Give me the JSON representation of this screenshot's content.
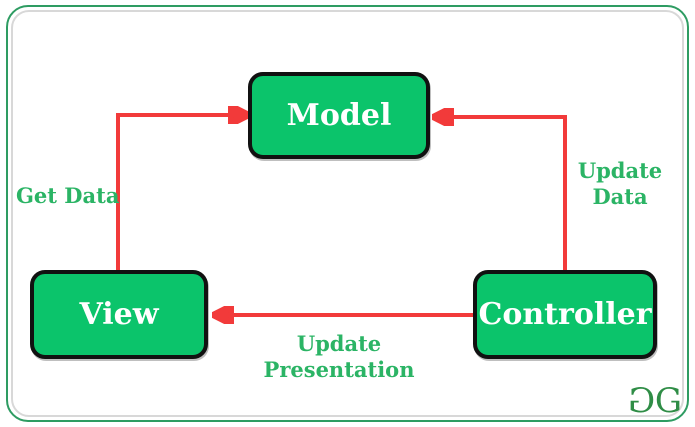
{
  "diagram": {
    "name": "mvc-architecture-diagram",
    "nodes": {
      "model": {
        "label": "Model"
      },
      "view": {
        "label": "View"
      },
      "controller": {
        "label": "Controller"
      }
    },
    "edges": {
      "view_to_model": {
        "label": "Get Data"
      },
      "controller_to_model": {
        "label": "Update Data"
      },
      "controller_to_view": {
        "label": "Update Presentation"
      }
    }
  },
  "logo": {
    "name": "geeksforgeeks-logo",
    "left_glyph": "G",
    "right_glyph": "G"
  },
  "colors": {
    "node_fill": "#0bc46b",
    "node_border": "#111111",
    "node_text": "#ffffff",
    "arrow": "#f23a3a",
    "label_text": "#2bb465",
    "logo_text": "#2f8d46",
    "frame_border": "#2e9c62",
    "inner_frame": "#d8d8d8",
    "bg": "#ffffff"
  }
}
